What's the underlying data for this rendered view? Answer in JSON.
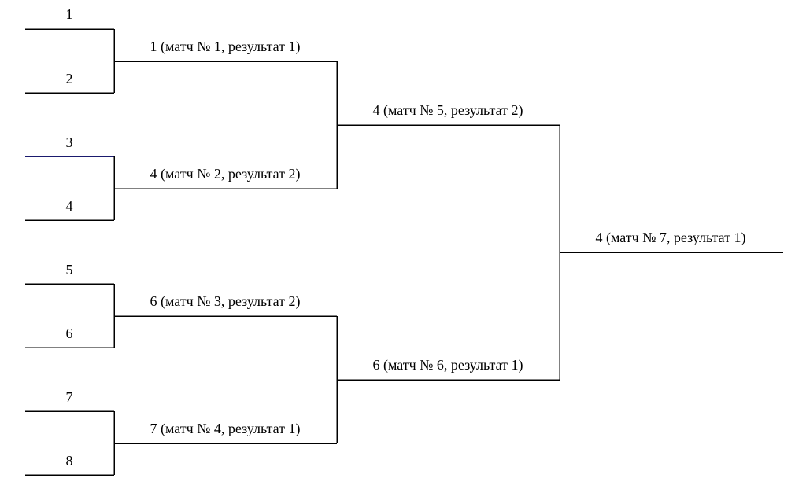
{
  "participants": [
    "1",
    "2",
    "3",
    "4",
    "5",
    "6",
    "7",
    "8"
  ],
  "round1": [
    "1 (матч № 1, результат 1)",
    "4 (матч № 2, результат 2)",
    "6 (матч № 3, результат 2)",
    "7 (матч № 4, результат 1)"
  ],
  "round2": [
    "4 (матч № 5, результат 2)",
    "6 (матч № 6, результат 1)"
  ],
  "final": "4 (матч № 7, результат 1)",
  "colors": {
    "line": "#000000",
    "accent_line": "#1a1a6e",
    "text": "#000000"
  }
}
